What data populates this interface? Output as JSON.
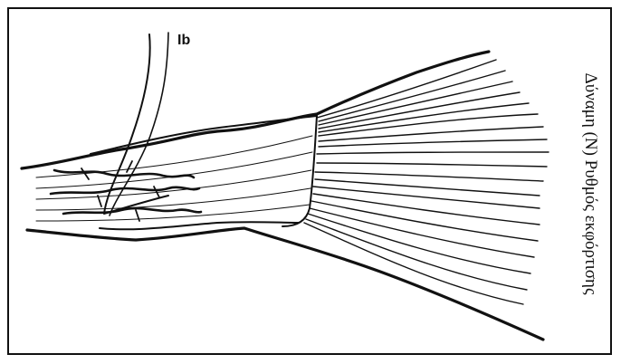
{
  "figure": {
    "nerve_label": "Ib",
    "side_caption": "Δύναμη (Ν) Ρυθμός εκφόρτισης",
    "stroke_color": "#111111",
    "icon": "golgi-tendon-organ-illustration"
  }
}
